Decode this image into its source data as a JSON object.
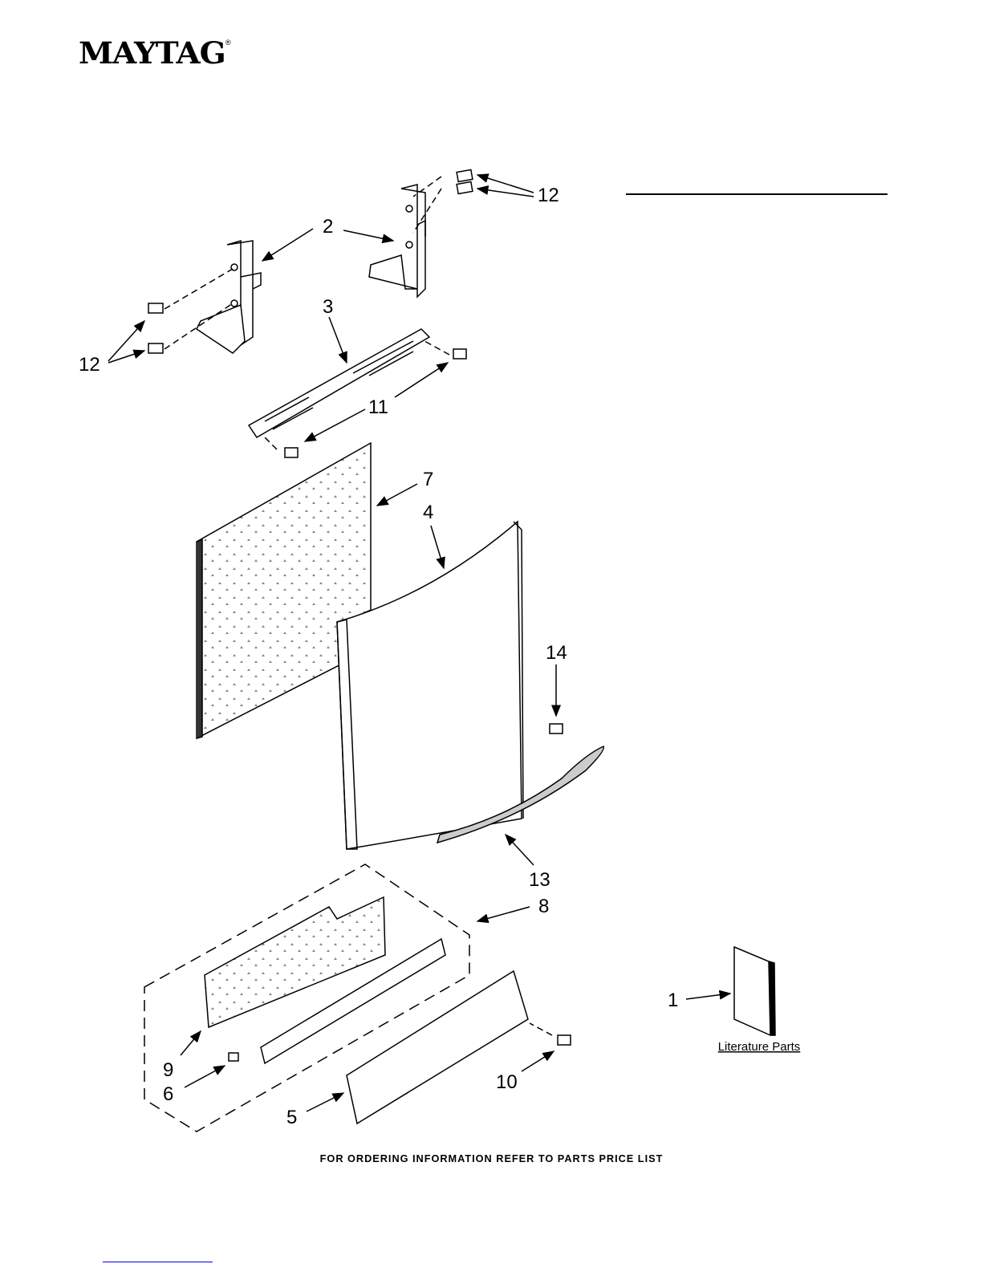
{
  "brand": {
    "name": "MAYTAG",
    "mark": "®"
  },
  "callouts": {
    "c12_top": "12",
    "c2": "2",
    "c3": "3",
    "c12_left": "12",
    "c11": "11",
    "c7": "7",
    "c4": "4",
    "c14": "14",
    "c13": "13",
    "c8": "8",
    "c1": "1",
    "c9": "9",
    "c6": "6",
    "c10": "10",
    "c5": "5"
  },
  "literature_label": "Literature Parts",
  "footer": "FOR ORDERING INFORMATION REFER TO PARTS PRICE LIST"
}
